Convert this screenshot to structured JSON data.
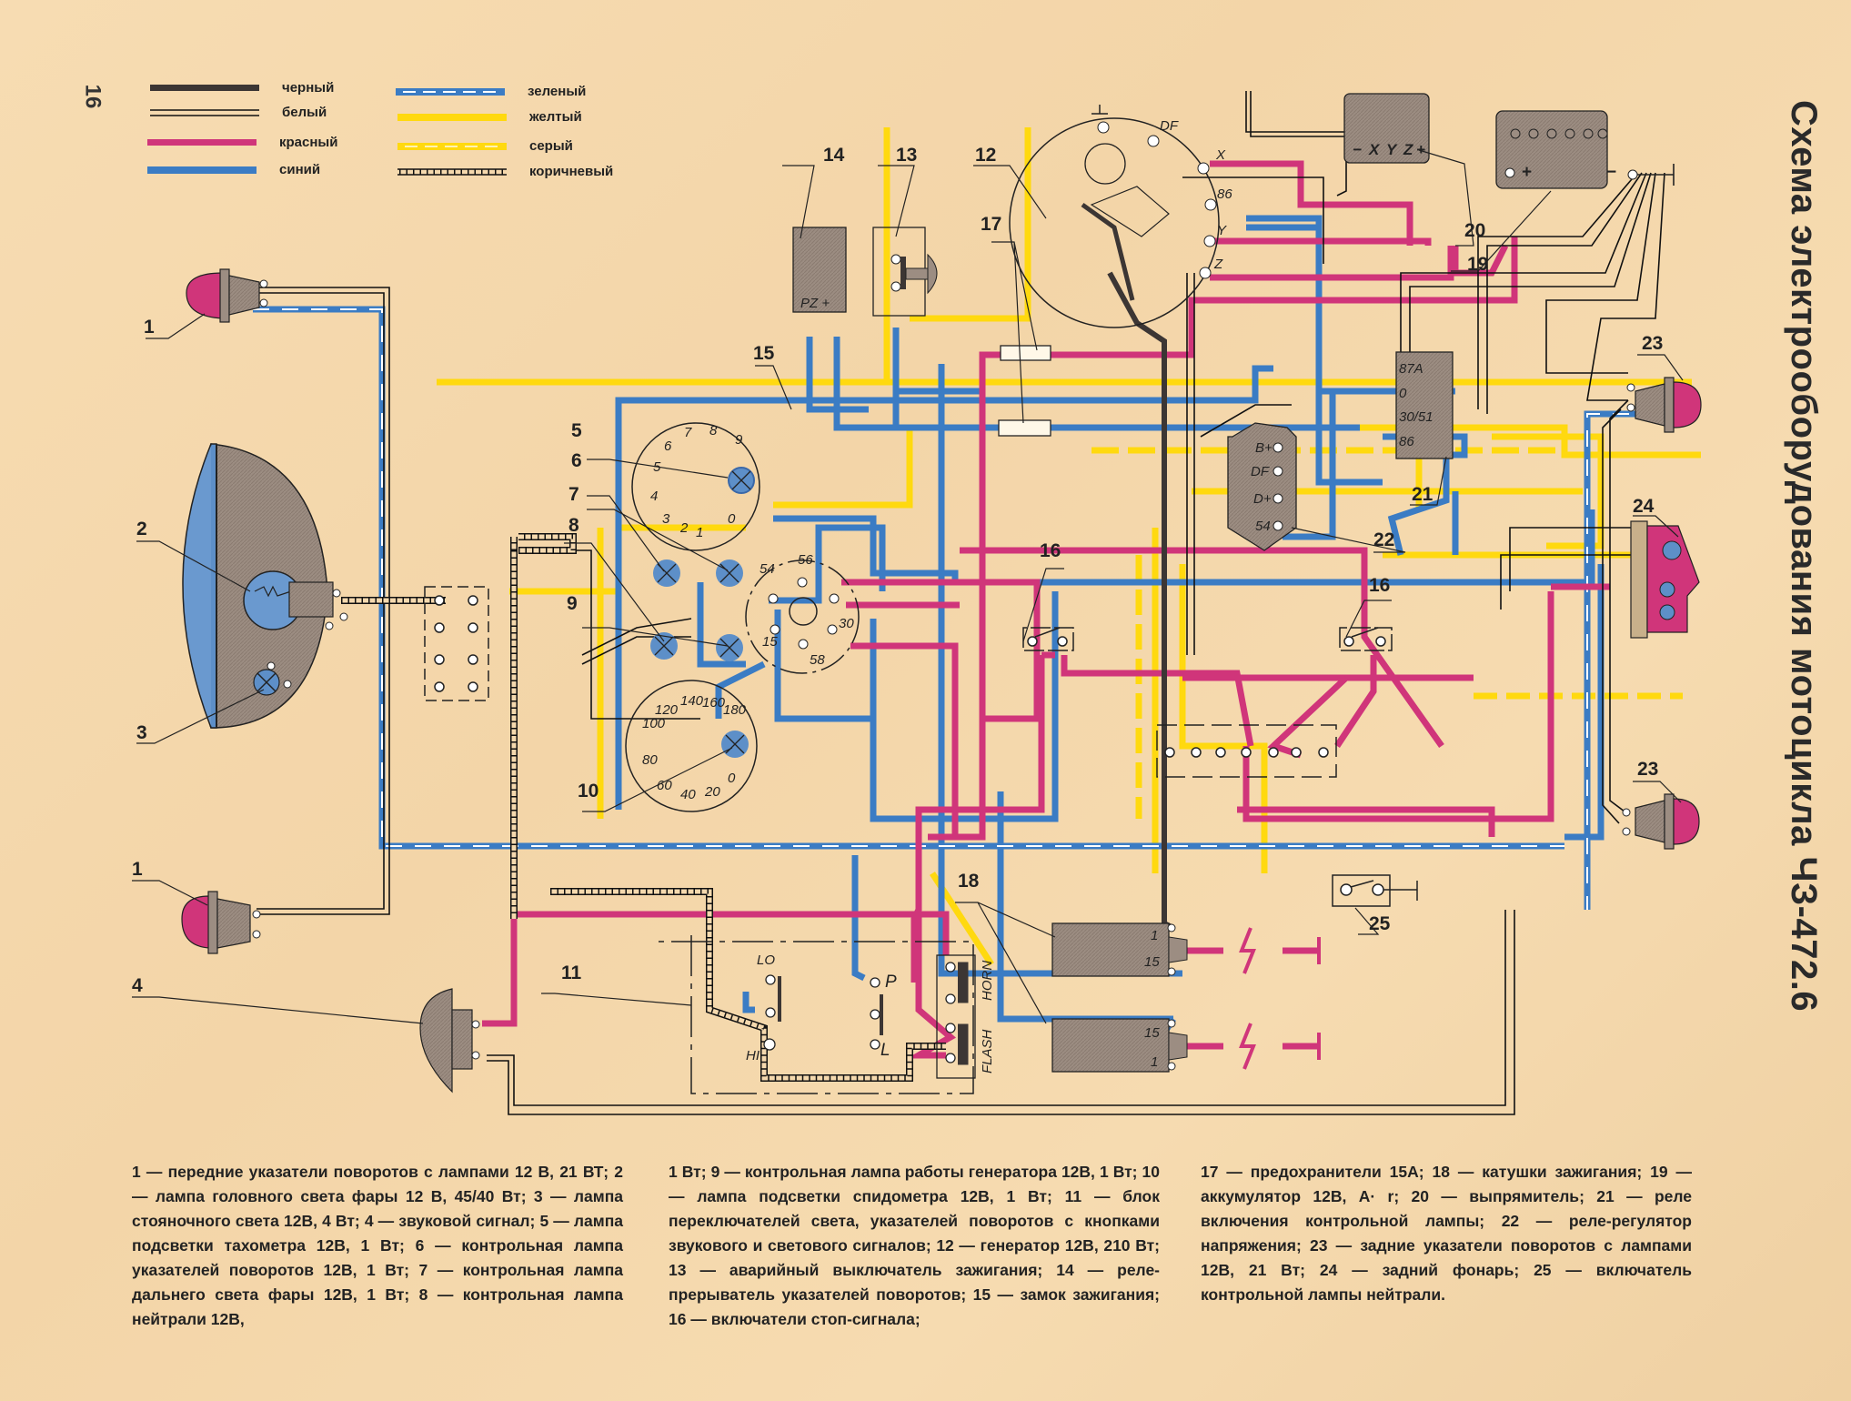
{
  "page_number": "16",
  "title": "Схема электрооборудования мотоцикла ЧЗ-472.6",
  "wire_legend": [
    {
      "label": "черный",
      "color": "#3c3634",
      "style": "solid"
    },
    {
      "label": "белый",
      "color": "#111111",
      "style": "double"
    },
    {
      "label": "красный",
      "color": "#d0357a",
      "style": "solid"
    },
    {
      "label": "синий",
      "color": "#3b7cc4",
      "style": "solid"
    },
    {
      "label": "зеленый",
      "color": "#3b7cc4",
      "style": "dashed-white"
    },
    {
      "label": "желтый",
      "color": "#ffd90f",
      "style": "solid"
    },
    {
      "label": "серый",
      "color": "#ffd90f",
      "style": "dashed-white"
    },
    {
      "label": "коричневый",
      "color": "#111111",
      "style": "ladder"
    }
  ],
  "components": {
    "c1": "1",
    "c2": "2",
    "c3": "3",
    "c4": "4",
    "c5": "5",
    "c6": "6",
    "c7": "7",
    "c8": "8",
    "c9": "9",
    "c10": "10",
    "c11": "11",
    "c12": "12",
    "c13": "13",
    "c14": "14",
    "c15": "15",
    "c16": "16",
    "c17": "17",
    "c18": "18",
    "c19": "19",
    "c20": "20",
    "c21": "21",
    "c22": "22",
    "c23": "23",
    "c24": "24",
    "c25": "25"
  },
  "terminals": {
    "generator": [
      "DF",
      "X",
      "86",
      "Y",
      "Z"
    ],
    "rectifier": [
      "−",
      "X",
      "Y",
      "Z",
      "+"
    ],
    "battery": [
      "+",
      "−"
    ],
    "relay21": [
      "87A",
      "0",
      "30/51",
      "86"
    ],
    "regulator22": [
      "B+",
      "DF",
      "D+",
      "54"
    ],
    "flasher14": "PZ +",
    "ignition_lock": [
      "54",
      "56",
      "15",
      "30",
      "58"
    ],
    "switch_block": [
      "LO",
      "HI",
      "P",
      "L",
      "HORN",
      "FLASH"
    ],
    "coil_upper": [
      "1",
      "15"
    ],
    "coil_lower": [
      "15",
      "1"
    ]
  },
  "tachometer_scale": [
    "0",
    "1",
    "2",
    "3",
    "4",
    "5",
    "6",
    "7",
    "8",
    "9"
  ],
  "speedometer_scale": [
    "0",
    "20",
    "40",
    "60",
    "80",
    "100",
    "120",
    "140",
    "160",
    "180"
  ],
  "caption": {
    "col1": "1 — передние указатели поворотов с лампами 12 В, 21 ВТ; 2 — лампа головного света фары 12 В, 45/40 Вт; 3 — лампа стояночного света 12В, 4 Вт; 4 — звуковой сигнал; 5 — лампа подсветки тахометра 12В, 1 Вт; 6 — контрольная лампа указателей поворотов 12В, 1 Вт; 7 — контрольная лампа дальнего света фары 12В, 1 Вт; 8 — контрольная лампа нейтрали 12В,",
    "col2": "1 Вт; 9 — контрольная лампа работы генератора 12В, 1 Вт; 10 — лампа подсветки спидометра 12В, 1 Вт; 11 — блок переключателей света, указателей поворотов с кнопками звукового и светового сигналов; 12 — генератор 12В, 210 Вт; 13 — аварийный выключатель зажигания; 14 — реле-прерыватель указателей поворотов; 15 — замок зажигания; 16 — включатели стоп-сигнала;",
    "col3": "17 — предохранители 15А; 18 — катушки зажигания; 19 — аккумулятор 12В, А· r; 20 — выпрямитель; 21 — реле включения контрольной лампы; 22 — реле-регулятор напряжения; 23 — задние указатели поворотов с лампами 12В, 21 Вт; 24 — задний фонарь; 25 — включатель контрольной лампы нейтрали."
  }
}
